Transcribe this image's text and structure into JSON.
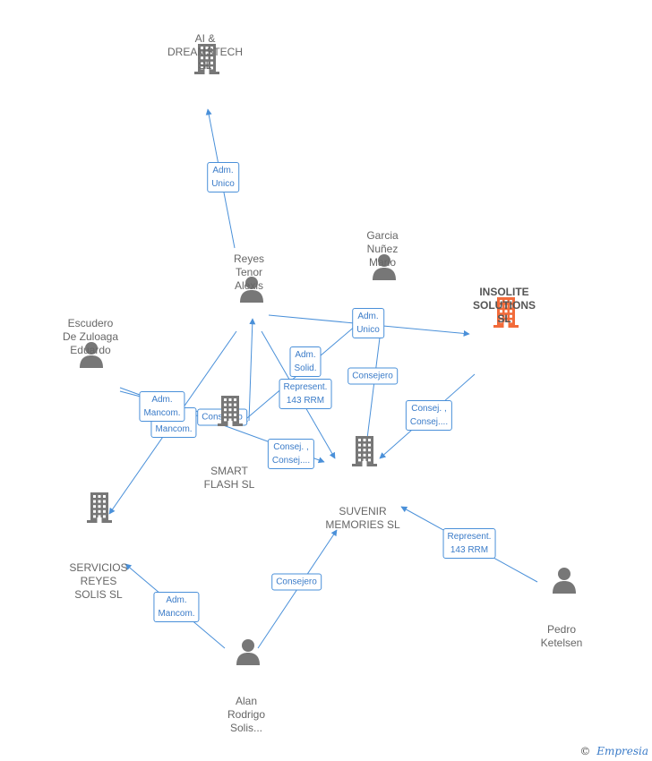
{
  "colors": {
    "edge": "#4a90d9",
    "icon": "#777777",
    "highlight_icon": "#f26b3a"
  },
  "nodes": [
    {
      "id": "ai",
      "type": "company",
      "label": "AI &\nDREAMSTECH\nSL",
      "highlight": false
    },
    {
      "id": "reyes",
      "type": "person",
      "label": "Reyes\nTenor\nAlexis"
    },
    {
      "id": "garcia",
      "type": "person",
      "label": "Garcia\nNuñez\nMario"
    },
    {
      "id": "insolite",
      "type": "company",
      "label": "INSOLITE\nSOLUTIONS\nSL",
      "highlight": true
    },
    {
      "id": "escudero",
      "type": "person",
      "label": "Escudero\nDe Zuloaga\nEduardo"
    },
    {
      "id": "smart",
      "type": "company",
      "label": "SMART\nFLASH SL",
      "highlight": false
    },
    {
      "id": "suvenir",
      "type": "company",
      "label": "SUVENIR\nMEMORIES SL",
      "highlight": false
    },
    {
      "id": "servicios",
      "type": "company",
      "label": "SERVICIOS\nREYES\nSOLIS SL",
      "highlight": false
    },
    {
      "id": "pedro",
      "type": "person",
      "label": "Pedro\nKetelsen"
    },
    {
      "id": "alan",
      "type": "person",
      "label": "Alan\nRodrigo\nSolis..."
    }
  ],
  "edges": [
    {
      "from": "reyes",
      "to": "ai",
      "label": "Adm.\nUnico"
    },
    {
      "from": "reyes",
      "to": "insolite",
      "label": "Adm.\nUnico"
    },
    {
      "from": "reyes",
      "to": "suvenir",
      "label": "Represent.\n143 RRM"
    },
    {
      "from": "reyes",
      "to": "servicios",
      "label": "Adm.\nMancom."
    },
    {
      "from": "garcia",
      "to": "smart",
      "label": "Adm.\nSolid."
    },
    {
      "from": "garcia",
      "to": "suvenir",
      "label": "Consejero"
    },
    {
      "from": "escudero",
      "to": "smart",
      "label": "Adm.\nMancom."
    },
    {
      "from": "escudero",
      "to": "suvenir",
      "label": "Consej. ,\nConsej...."
    },
    {
      "from": "smart",
      "to": "reyes",
      "label": "Consejero"
    },
    {
      "from": "insolite",
      "to": "suvenir",
      "label": "Consej. ,\nConsej...."
    },
    {
      "from": "pedro",
      "to": "suvenir",
      "label": "Represent.\n143 RRM"
    },
    {
      "from": "alan",
      "to": "servicios",
      "label": "Adm.\nMancom."
    },
    {
      "from": "alan",
      "to": "suvenir",
      "label": "Consejero"
    }
  ],
  "footer": {
    "copyright": "©",
    "brand": "Empresia"
  }
}
